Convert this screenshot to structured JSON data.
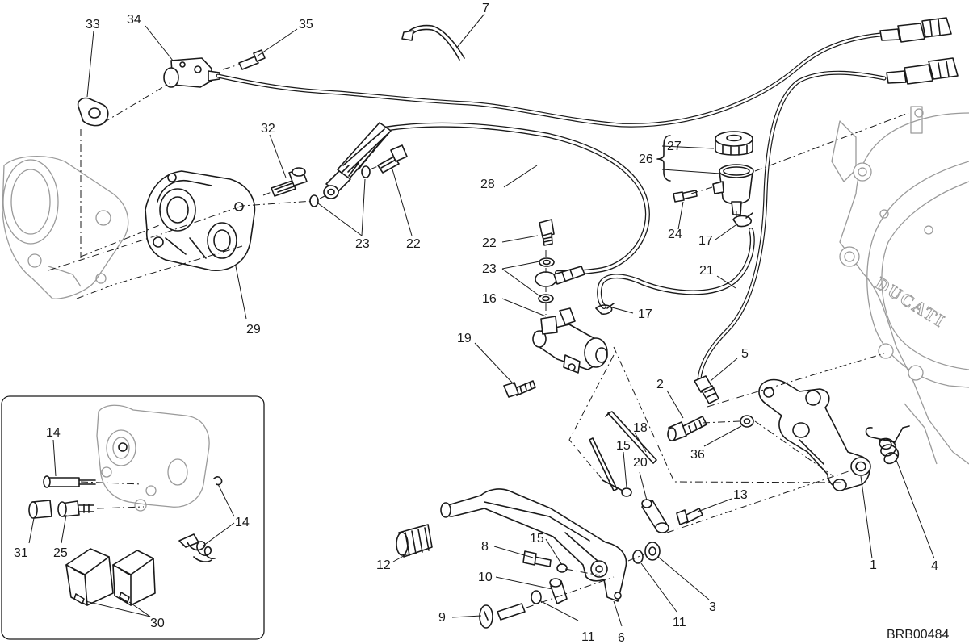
{
  "drawing_code": "BRB00484",
  "callouts": {
    "c1": "1",
    "c2": "2",
    "c3": "3",
    "c4": "4",
    "c5": "5",
    "c6": "6",
    "c7": "7",
    "c8": "8",
    "c9": "9",
    "c10": "10",
    "c11a": "11",
    "c11b": "11",
    "c12": "12",
    "c13": "13",
    "c14a": "14",
    "c14b": "14",
    "c15a": "15",
    "c15b": "15",
    "c16": "16",
    "c17a": "17",
    "c17b": "17",
    "c18": "18",
    "c19": "19",
    "c20": "20",
    "c21": "21",
    "c22a": "22",
    "c22b": "22",
    "c23a": "23",
    "c23b": "23",
    "c24": "24",
    "c25": "25",
    "c26": "26",
    "c27": "27",
    "c28": "28",
    "c29": "29",
    "c30": "30",
    "c31": "31",
    "c32": "32",
    "c33": "33",
    "c34": "34",
    "c35": "35",
    "c36": "36"
  },
  "engine_cover_lettering": "DUCATI"
}
